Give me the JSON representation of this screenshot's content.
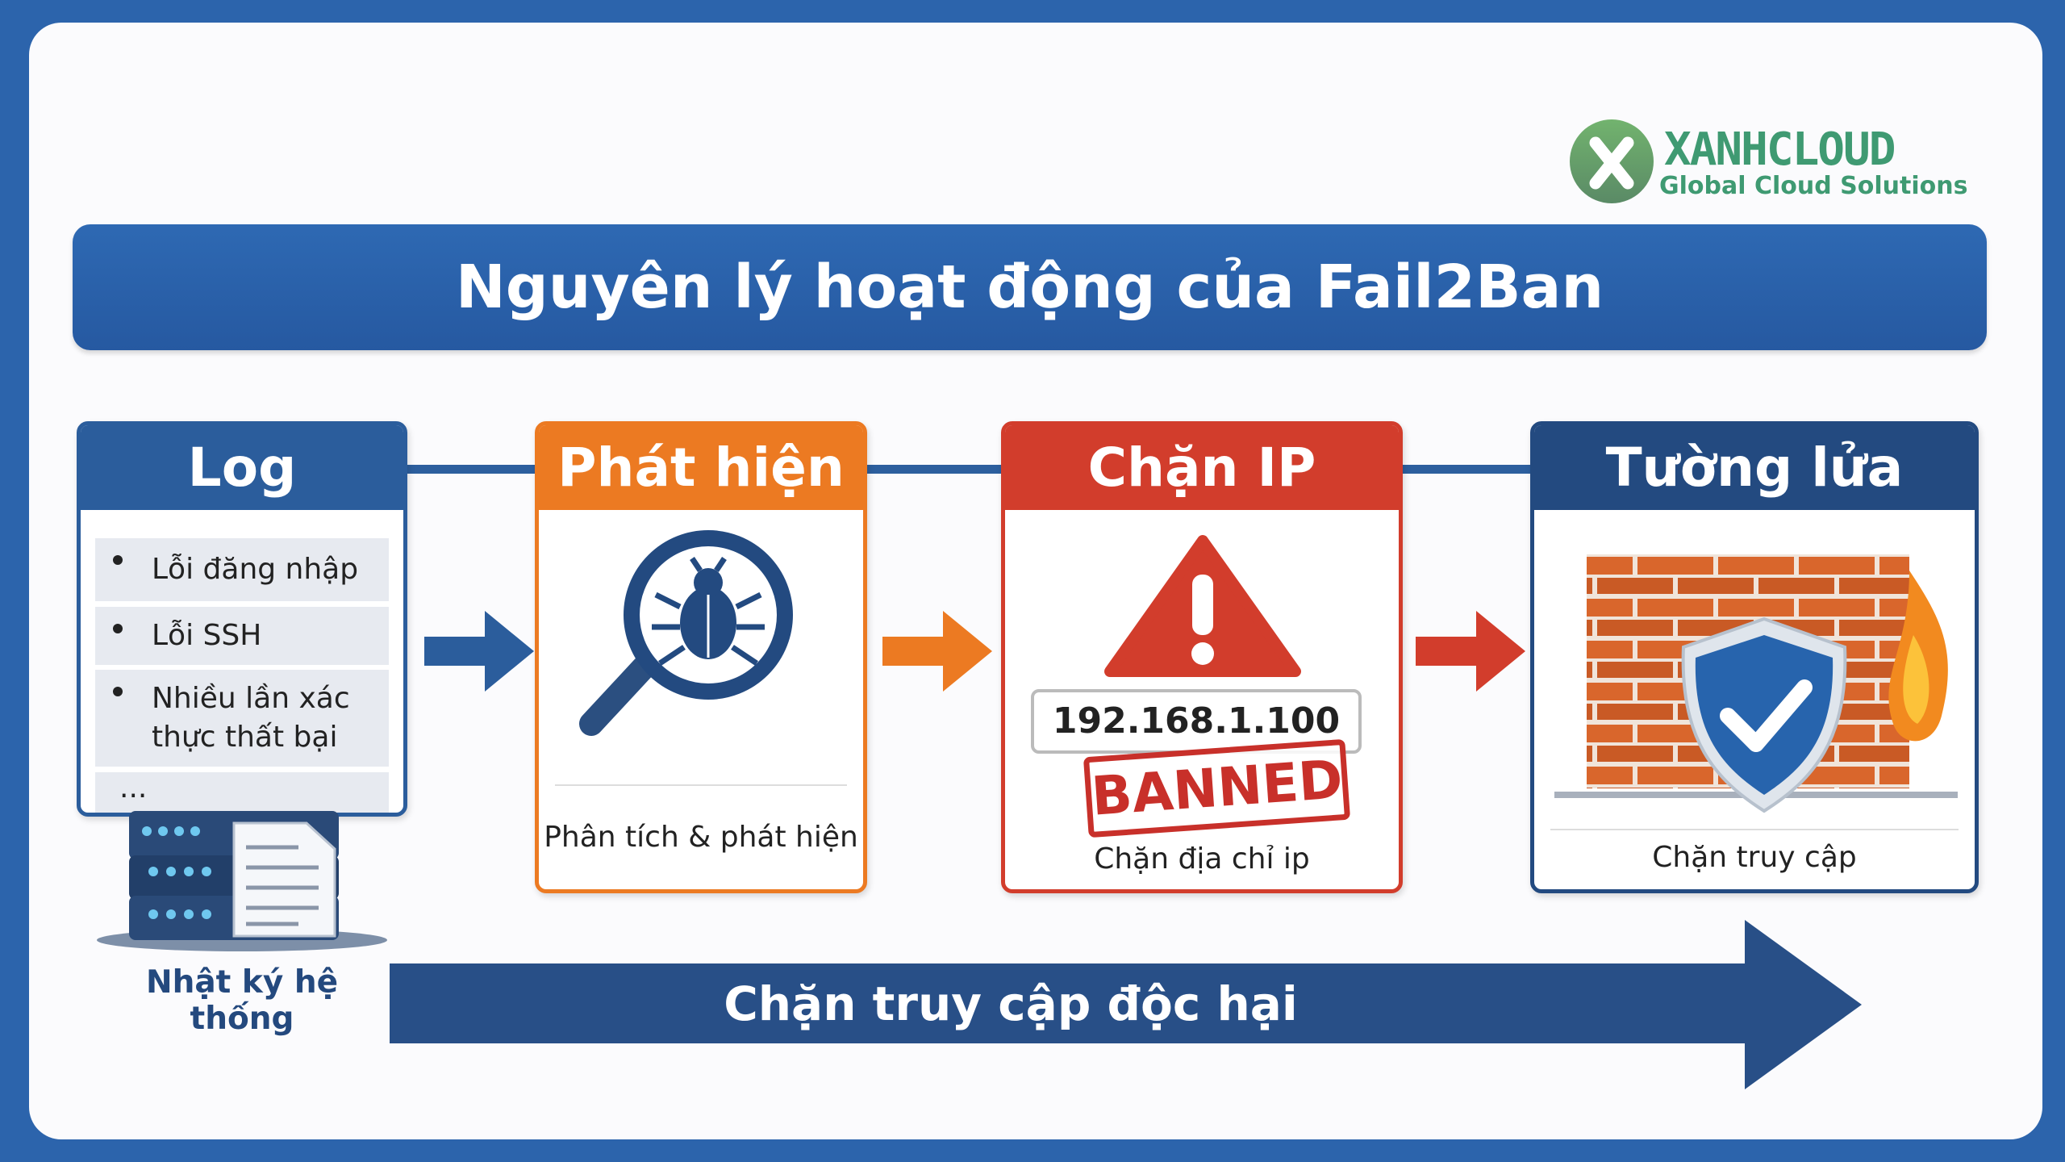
{
  "logo": {
    "brand": "XANHCLOUD",
    "tagline": "Global Cloud Solutions",
    "color": "#3f9a72"
  },
  "title": "Nguyên lý hoạt động của Fail2Ban",
  "steps": [
    {
      "title": "Log",
      "color": "#2b5d9c",
      "items": [
        "Lỗi đăng nhập",
        "Lỗi SSH",
        "Nhiều lần xác thực thất bại",
        "..."
      ]
    },
    {
      "title": "Phát hiện",
      "color": "#ec7a22",
      "caption": "Phân tích & phát hiện",
      "icon": "magnifier-bug-icon"
    },
    {
      "title": "Chặn IP",
      "color": "#d23d2c",
      "ip": "192.168.1.100",
      "stamp": "BANNED",
      "caption": "Chặn địa chỉ ip",
      "icon": "warning-icon"
    },
    {
      "title": "Tường lửa",
      "color": "#234a80",
      "caption": "Chặn truy cập",
      "icon": "firewall-shield-icon"
    }
  ],
  "server_label": "Nhật ký hệ thống",
  "bottom_arrow": "Chặn truy cập độc hại"
}
